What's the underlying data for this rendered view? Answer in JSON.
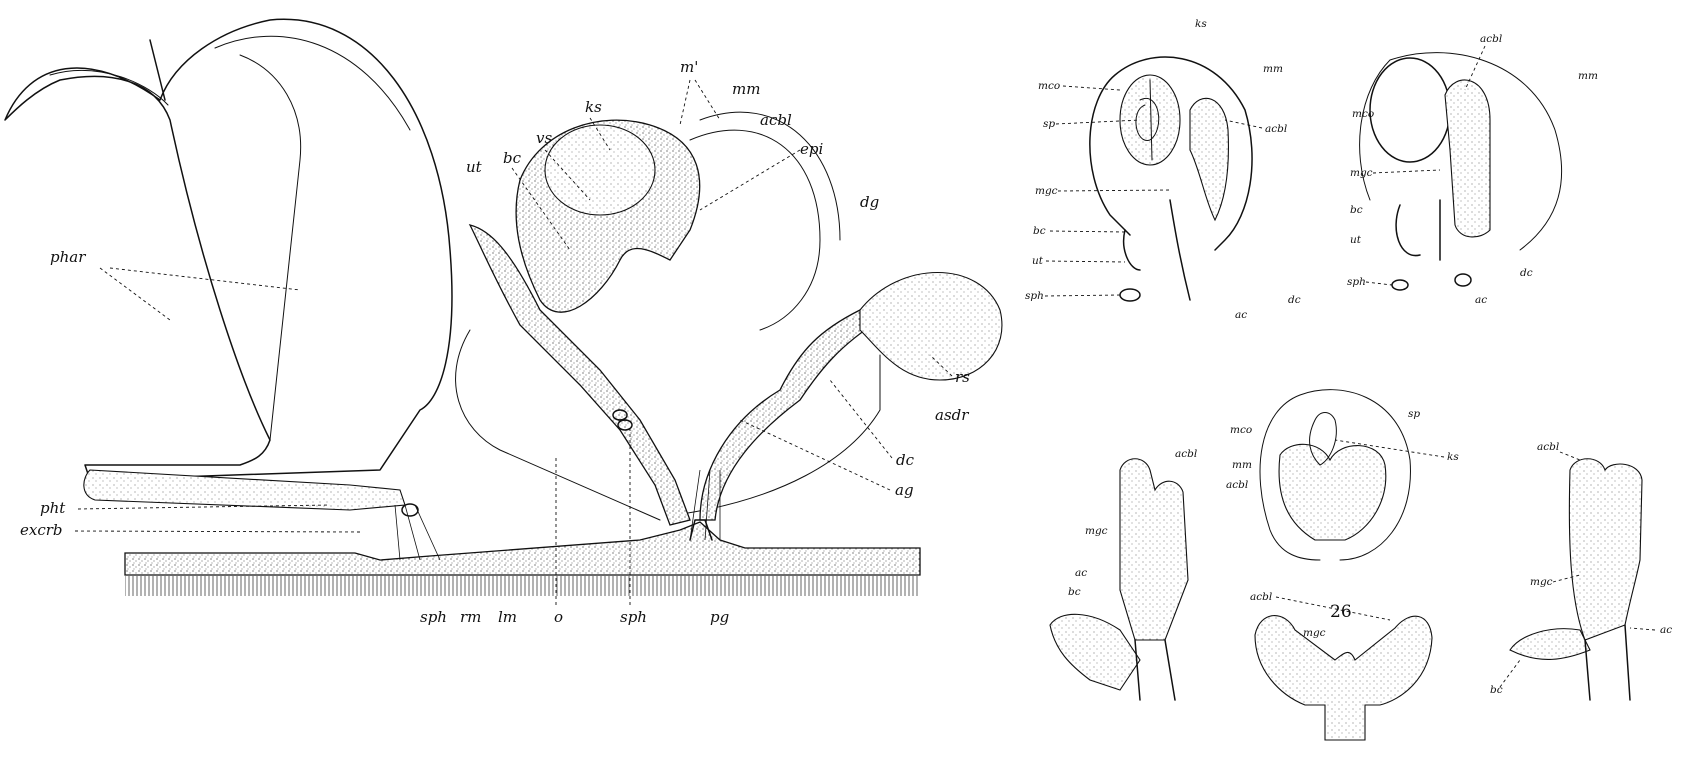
{
  "plate": {
    "figure_number": "26",
    "main_labels": {
      "phar": "phar",
      "pht": "pht",
      "excrb": "excrb",
      "sph": "sph",
      "rm": "rm",
      "lm": "lm",
      "o": "o",
      "sph2": "sph",
      "pg": "pg",
      "ag": "ag",
      "dc": "dc",
      "asdr": "asdr",
      "rs": "rs",
      "dg": "dg",
      "epi": "epi",
      "acbl": "acbl",
      "mm": "mm",
      "m_prime": "m'",
      "ks": "ks",
      "vs": "vs",
      "bc": "bc",
      "ut": "ut"
    },
    "fig_a_labels": {
      "ks": "ks",
      "mm": "mm",
      "mco": "mco",
      "sp": "sp",
      "acbl": "acbl",
      "mgc": "mgc",
      "bc": "bc",
      "ut": "ut",
      "sph": "sph",
      "ac": "ac",
      "dc": "dc"
    },
    "fig_b_labels": {
      "acbl": "acbl",
      "mm": "mm",
      "mco": "mco",
      "mgc": "mgc",
      "bc": "bc",
      "ut": "ut",
      "sph": "sph",
      "ac": "ac",
      "dc": "dc"
    },
    "fig_c_labels": {
      "acbl": "acbl",
      "mgc": "mgc",
      "ac": "ac",
      "bc": "bc"
    },
    "fig_d_labels": {
      "mco": "mco",
      "sp": "sp",
      "mm": "mm",
      "ks": "ks",
      "acbl": "acbl"
    },
    "fig_e_labels": {
      "acbl": "acbl",
      "mgc": "mgc"
    },
    "fig_f_labels": {
      "acbl": "acbl",
      "mgc": "mgc",
      "ac": "ac",
      "bc": "bc"
    }
  }
}
